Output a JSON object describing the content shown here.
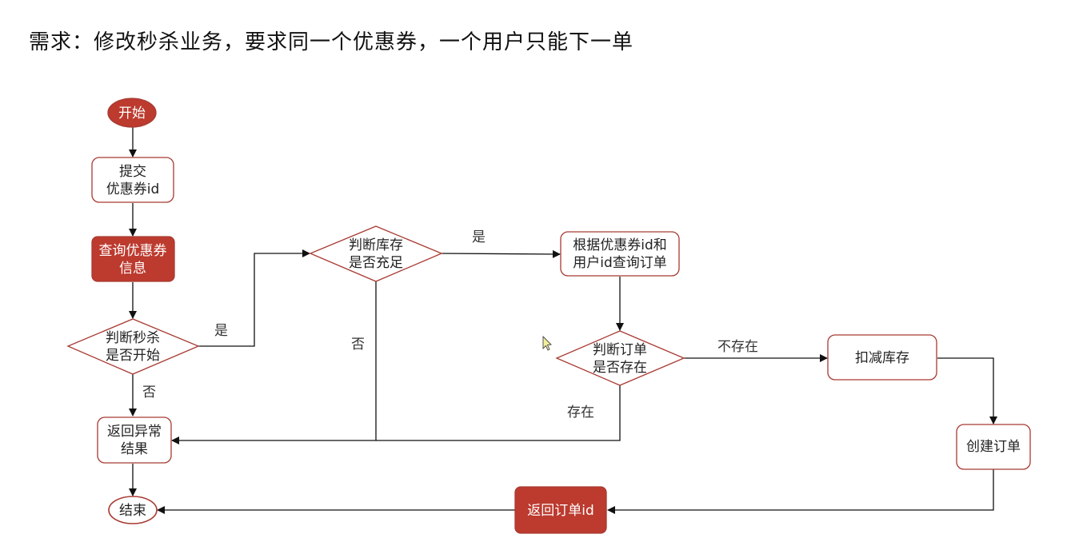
{
  "title": "需求：修改秒杀业务，要求同一个优惠券，一个用户只能下一单",
  "colors": {
    "accent_fill": "#bc3a2e",
    "node_border": "#a83a32",
    "edge": "#111111"
  },
  "nodes": {
    "start": {
      "lines": [
        "开始"
      ]
    },
    "submit": {
      "lines": [
        "提交",
        "优惠券id"
      ]
    },
    "query_coupon": {
      "lines": [
        "查询优惠券",
        "信息"
      ]
    },
    "check_started": {
      "lines": [
        "判断秒杀",
        "是否开始"
      ]
    },
    "return_error": {
      "lines": [
        "返回异常",
        "结果"
      ]
    },
    "end": {
      "lines": [
        "结束"
      ]
    },
    "check_stock": {
      "lines": [
        "判断库存",
        "是否充足"
      ]
    },
    "query_order": {
      "lines": [
        "根据优惠券id和",
        "用户id查询订单"
      ]
    },
    "check_order": {
      "lines": [
        "判断订单",
        "是否存在"
      ]
    },
    "deduct_stock": {
      "lines": [
        "扣减库存"
      ]
    },
    "create_order": {
      "lines": [
        "创建订单"
      ]
    },
    "return_order": {
      "lines": [
        "返回订单id"
      ]
    }
  },
  "edge_labels": {
    "started_yes": "是",
    "started_no": "否",
    "stock_yes": "是",
    "stock_no": "否",
    "order_not_exists": "不存在",
    "order_exists": "存在"
  },
  "cursor_icon": "mouse-pointer-icon"
}
